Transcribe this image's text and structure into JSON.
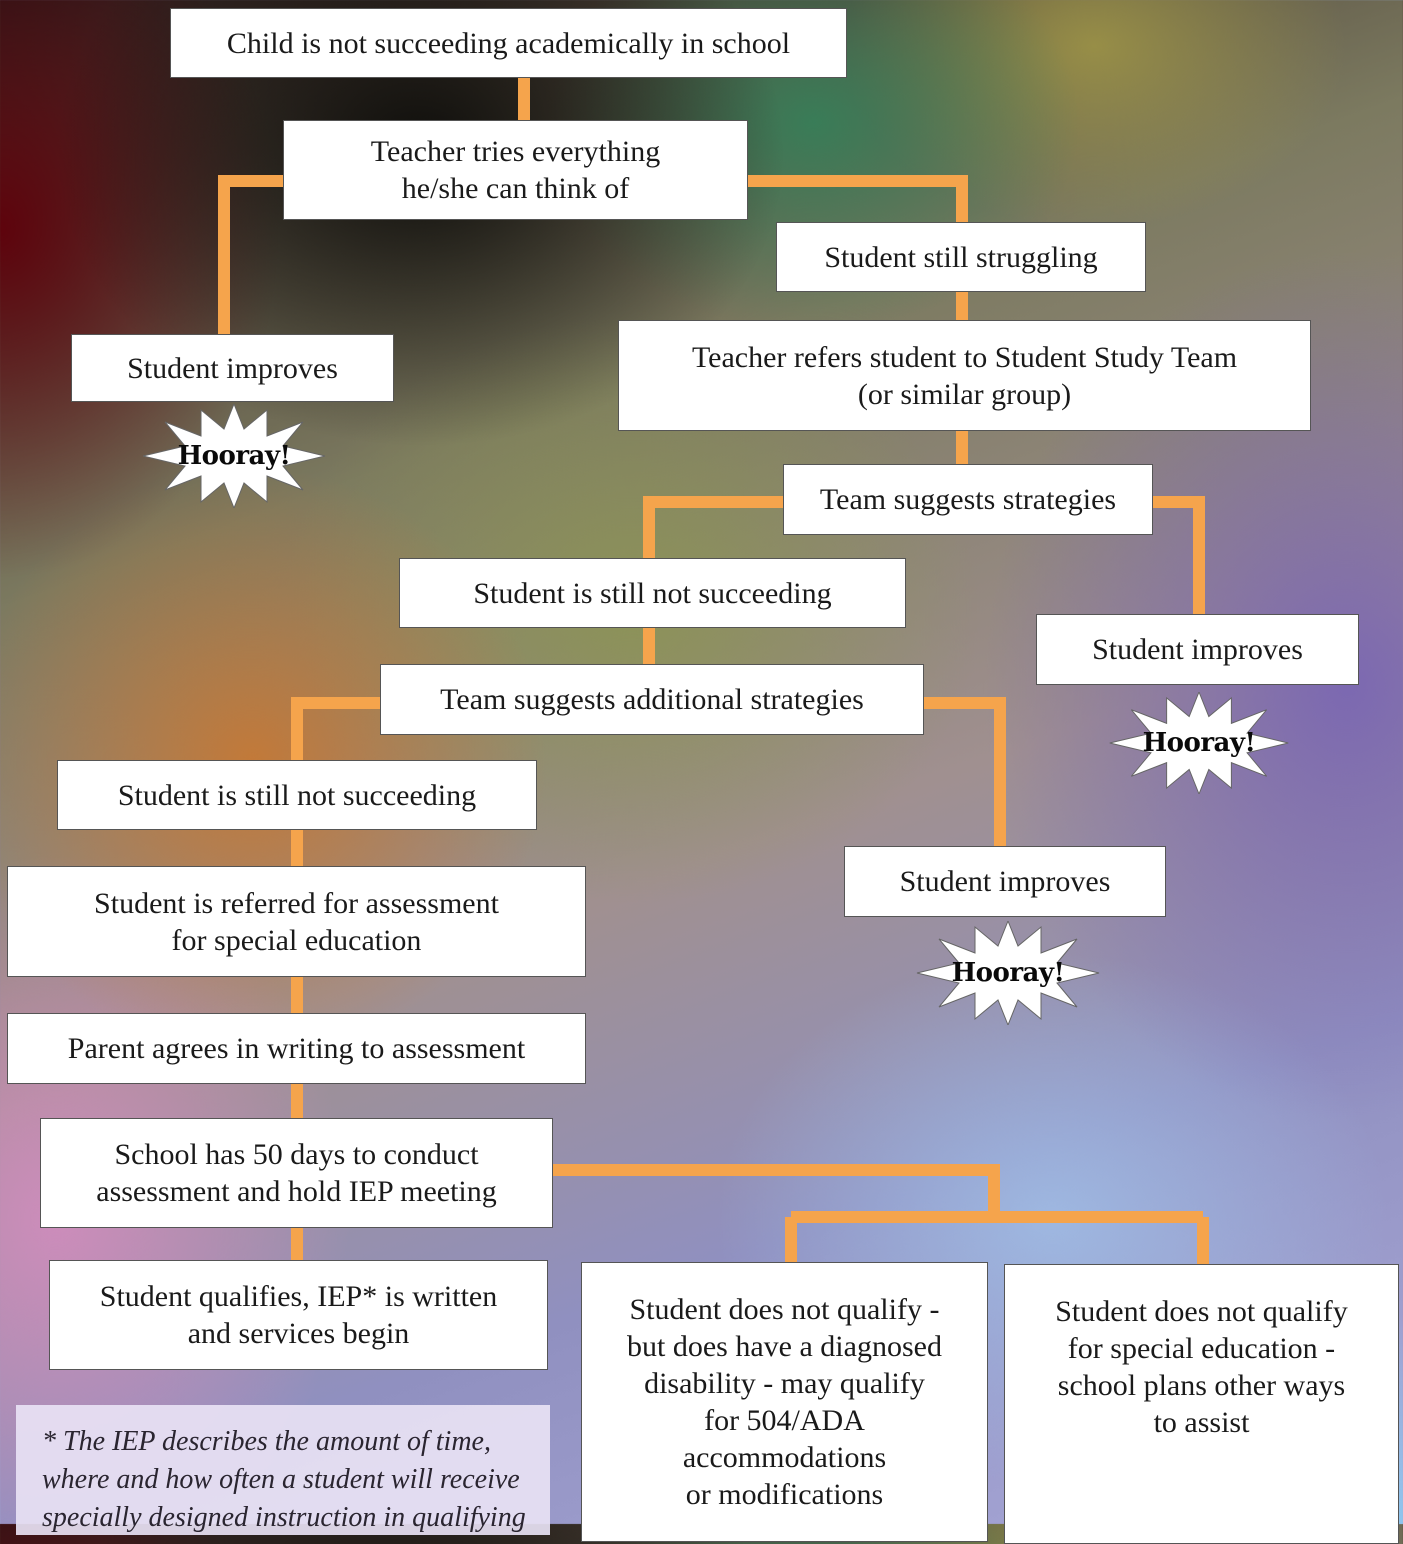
{
  "nodes": {
    "start": "Child is not succeeding academically in school",
    "teacher_tries": "Teacher tries everything\nhe/she can think of",
    "still_struggling": "Student still struggling",
    "improves_1": "Student improves",
    "refers_team": "Teacher refers student to Student Study Team\n(or similar group)",
    "team_strategies": "Team suggests strategies",
    "not_succeeding_1": "Student is still not succeeding",
    "improves_2": "Student improves",
    "team_additional": "Team suggests additional strategies",
    "not_succeeding_2": "Student is still not succeeding",
    "improves_3": "Student improves",
    "referred_assessment": "Student is referred for assessment\nfor special education",
    "parent_agrees": "Parent agrees in writing to assessment",
    "school_50_days": "School has 50 days to conduct\nassessment and hold IEP meeting",
    "qualifies_iep": "Student qualifies, IEP* is written\nand services begin",
    "not_qualify_504": "Student does not qualify -\nbut does have a diagnosed\ndisability - may qualify\nfor 504/ADA\naccommodations\nor modifications",
    "not_qualify_other": "Student does not qualify\nfor special education -\nschool plans other ways\nto assist"
  },
  "celebration": "Hooray!",
  "footnote": "* The IEP describes the amount of time, where and how often a student will receive specially designed instruction in qualifying",
  "colors": {
    "connector": "#f5a44c",
    "box_fill": "#ffffff",
    "box_border": "#555555",
    "burst_fill": "#ffffff"
  }
}
